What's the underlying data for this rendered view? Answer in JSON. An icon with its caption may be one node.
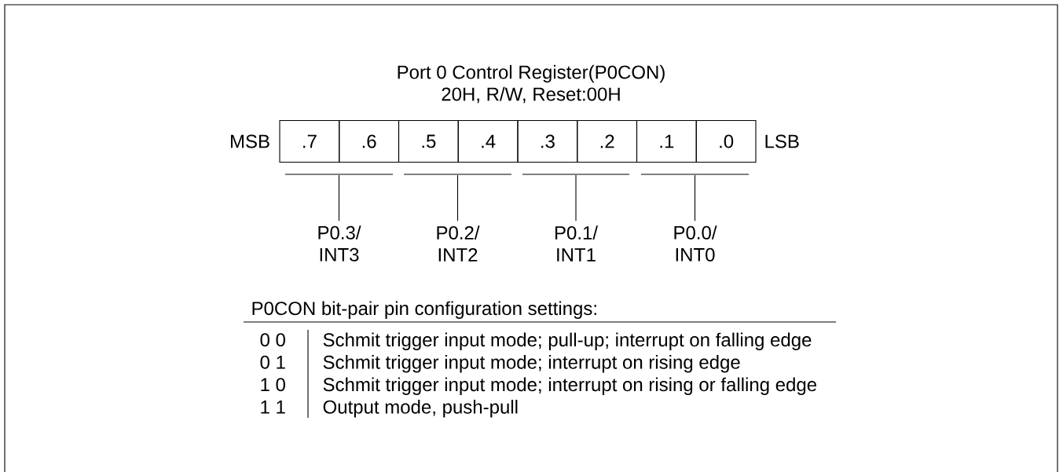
{
  "diagram": {
    "title": "Port 0 Control Register(P0CON)",
    "nodes": [
      {
        "text": [
          ".7"
        ]
      },
      {
        "text": [
          ".6"
        ]
      },
      {
        "text": [
          ".5"
        ]
      },
      {
        "text": [
          ".4"
        ]
      },
      {
        "text": [
          ".3"
        ]
      },
      {
        "text": [
          ".2"
        ]
      },
      {
        "text": [
          ".1"
        ]
      },
      {
        "text": [
          ".0"
        ]
      },
      {
        "text": [],
        "shape": "bar"
      },
      {
        "text": [],
        "shape": "bar"
      },
      {
        "text": [],
        "shape": "bar"
      },
      {
        "text": [],
        "shape": "bar"
      },
      {
        "text": [
          "P0.3/ INT3"
        ]
      },
      {
        "text": [
          "P0.2/ INT2"
        ]
      },
      {
        "text": [
          "P0.1/ INT1"
        ]
      },
      {
        "text": [
          "P0.0/ INT0"
        ]
      }
    ],
    "edges": [
      {
        "from": 12,
        "to": 8,
        "arrow": "none"
      },
      {
        "from": 13,
        "to": 9,
        "arrow": "none"
      },
      {
        "from": 14,
        "to": 10,
        "arrow": "none"
      },
      {
        "from": 15,
        "to": 11,
        "arrow": "none"
      }
    ],
    "labels": [
      "20H, R/W, Reset:00H",
      "MSB",
      "LSB",
      "P0CON bit-pair pin configuration settings:",
      "0 0",
      "Schmit trigger input mode; pull-up; interrupt on falling edge",
      "0 1",
      "Schmit trigger input mode; interrupt on rising edge",
      "1 0",
      "Schmit trigger input mode; interrupt on rising or falling edge",
      "1 1",
      "Output mode, push-pull"
    ]
  }
}
